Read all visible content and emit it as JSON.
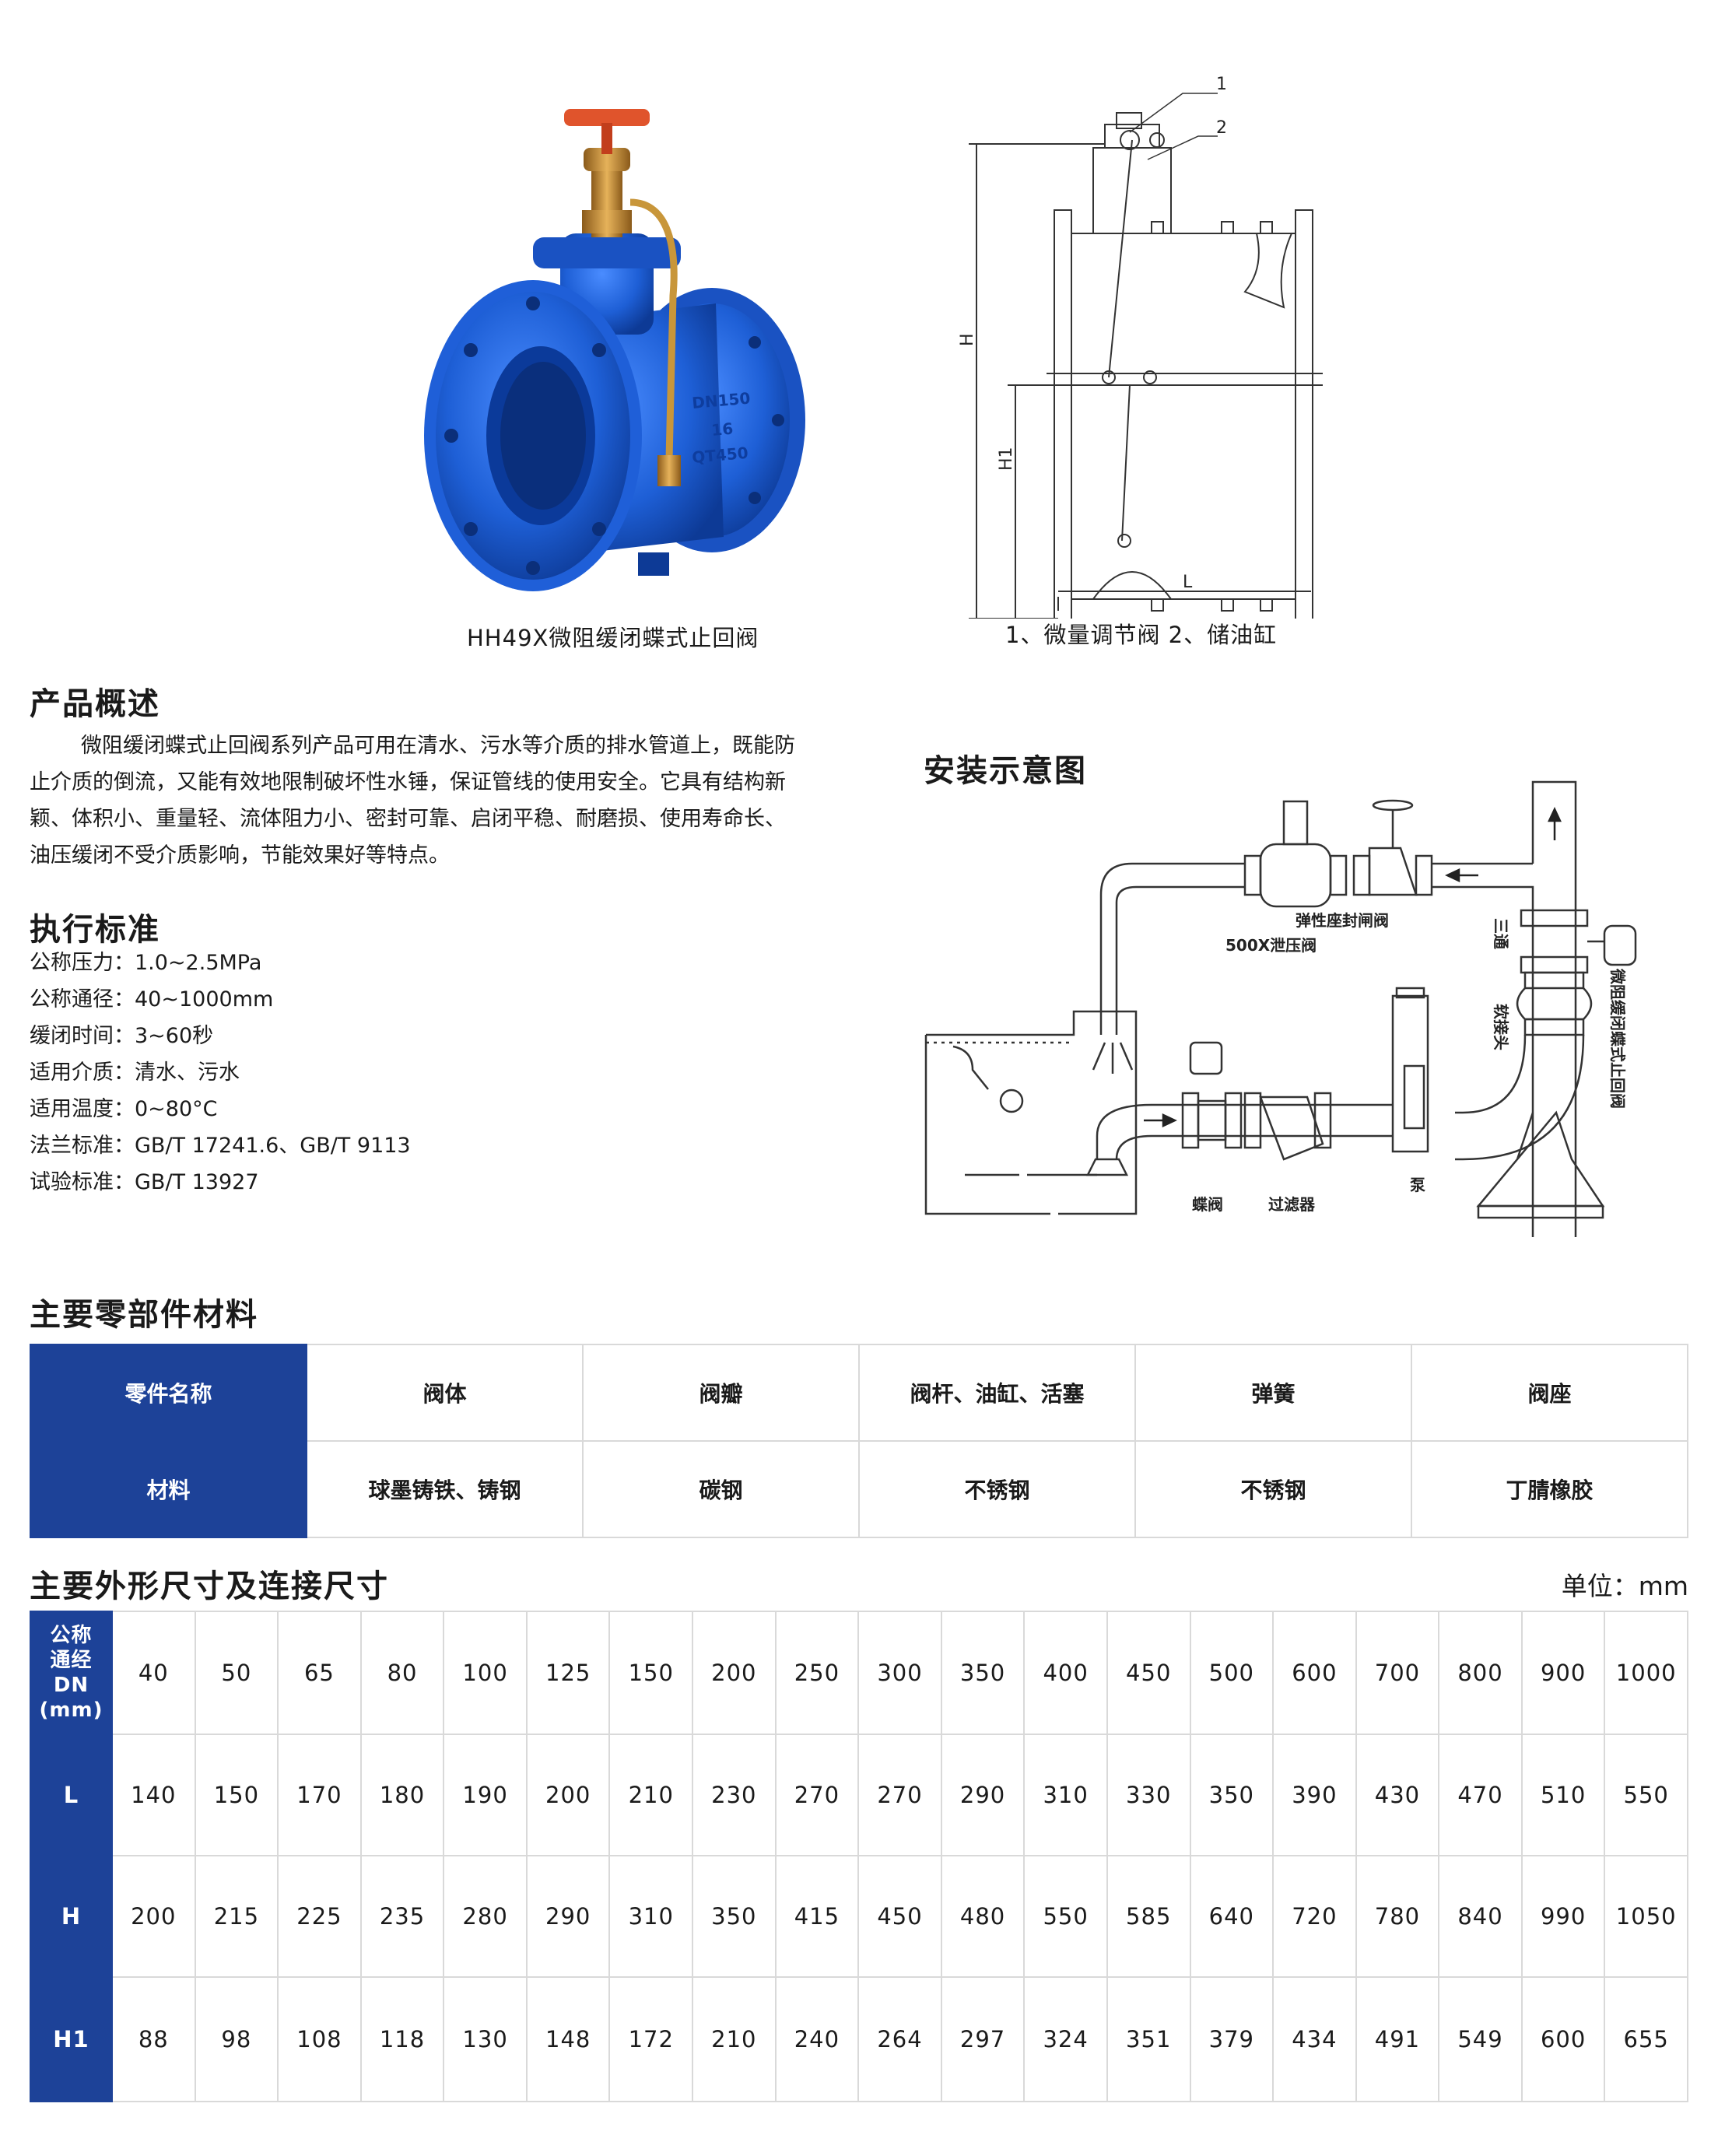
{
  "product": {
    "caption": "HH49X微阻缓闭蝶式止回阀",
    "cast_text": [
      "DN150",
      "16",
      "QT450"
    ]
  },
  "drawing": {
    "callouts": [
      "1",
      "2"
    ],
    "dims": {
      "H": "H",
      "H1": "H1",
      "L": "L"
    },
    "legend": "1、微量调节阀    2、储油缸"
  },
  "overview": {
    "heading": "产品概述",
    "lines": [
      "微阻缓闭蝶式止回阀系列产品可用在清水、污水等介质的排水管道上，既能防",
      "止介质的倒流，又能有效地限制破坏性水锤，保证管线的使用安全。它具有结构新",
      "颖、体积小、重量轻、流体阻力小、密封可靠、启闭平稳、耐磨损、使用寿命长、",
      "油压缓闭不受介质影响，节能效果好等特点。"
    ]
  },
  "install": {
    "heading": "安装示意图",
    "labels": {
      "release": "500X泄压阀",
      "gate": "弹性座封闸阀",
      "tee": "三通",
      "check": "微阻缓闭蝶式止回阀",
      "joint": "软接头",
      "pump": "泵",
      "butterfly": "蝶阀",
      "filter": "过滤器"
    }
  },
  "standards": {
    "heading": "执行标准",
    "items": [
      "公称压力：1.0~2.5MPa",
      "公称通径：40~1000mm",
      "缓闭时间：3~60秒",
      "适用介质：清水、污水",
      "适用温度：0~80°C",
      "法兰标准：GB/T 17241.6、GB/T 9113",
      "试验标准：GB/T 13927"
    ]
  },
  "materials": {
    "heading": "主要零部件材料",
    "row1": [
      "零件名称",
      "阀体",
      "阀瓣",
      "阀杆、油缸、活塞",
      "弹簧",
      "阀座"
    ],
    "row2": [
      "材料",
      "球墨铸铁、铸钢",
      "碳钢",
      "不锈钢",
      "不锈钢",
      "丁腈橡胶"
    ]
  },
  "dimensions": {
    "heading": "主要外形尺寸及连接尺寸",
    "unit": "单位：mm",
    "dn_label_lines": [
      "公称",
      "通经",
      "DN",
      "(mm)"
    ],
    "rows": [
      {
        "label": "DN",
        "values": [
          "40",
          "50",
          "65",
          "80",
          "100",
          "125",
          "150",
          "200",
          "250",
          "300",
          "350",
          "400",
          "450",
          "500",
          "600",
          "700",
          "800",
          "900",
          "1000"
        ]
      },
      {
        "label": "L",
        "values": [
          "140",
          "150",
          "170",
          "180",
          "190",
          "200",
          "210",
          "230",
          "270",
          "270",
          "290",
          "310",
          "330",
          "350",
          "390",
          "430",
          "470",
          "510",
          "550"
        ]
      },
      {
        "label": "H",
        "values": [
          "200",
          "215",
          "225",
          "235",
          "280",
          "290",
          "310",
          "350",
          "415",
          "450",
          "480",
          "550",
          "585",
          "640",
          "720",
          "780",
          "840",
          "990",
          "1050"
        ]
      },
      {
        "label": "H1",
        "values": [
          "88",
          "98",
          "108",
          "118",
          "130",
          "148",
          "172",
          "210",
          "240",
          "264",
          "297",
          "324",
          "351",
          "379",
          "434",
          "491",
          "549",
          "600",
          "655"
        ]
      }
    ]
  },
  "colors": {
    "primary_blue": "#1d4298",
    "valve_blue": "#1e5fd6",
    "handwheel_red": "#e0542c",
    "brass": "#c8963a"
  }
}
